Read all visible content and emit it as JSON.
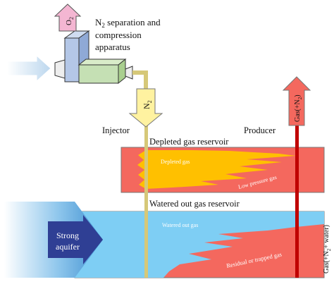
{
  "top": {
    "o2_label": "O",
    "o2_sub": "2",
    "apparatus_line1_a": "N",
    "apparatus_line1_sub": "2",
    "apparatus_line1_b": " separation and",
    "apparatus_line2": "compression",
    "apparatus_line3": "apparatus"
  },
  "injector": {
    "label": "Injector",
    "n2_label": "N",
    "n2_sub": "2"
  },
  "producer": {
    "label": "Producer",
    "gas_label_a": "Gas(+N",
    "gas_label_sub": "2",
    "gas_label_b": ")"
  },
  "depleted": {
    "title": "Depleted gas reservoir",
    "zone_label": "Depleted gas",
    "low_pressure_label": "Low pressure gas"
  },
  "watered": {
    "title": "Watered out gas reservoir",
    "zone_label": "Watered out gas",
    "residual_label": "Residual or trapped gas",
    "side_label_a": "Gas(+N",
    "side_label_sub": "2",
    "side_label_b": "+ water)"
  },
  "aquifer": {
    "line1": "Strong",
    "line2": "aquifer"
  },
  "colors": {
    "blue_box": "#b4c7e7",
    "green_box": "#c5e0b4",
    "pipe_yellow": "#d6c878",
    "arrow_light_yellow": "#fff2a0",
    "pink_arrow": "#f4b6d2",
    "producer_red": "#c00000",
    "reservoir_red": "#f4685e",
    "depleted_orange": "#ffc000",
    "water_blue": "#7ecef4",
    "aquifer_navy": "#2f3f94"
  }
}
